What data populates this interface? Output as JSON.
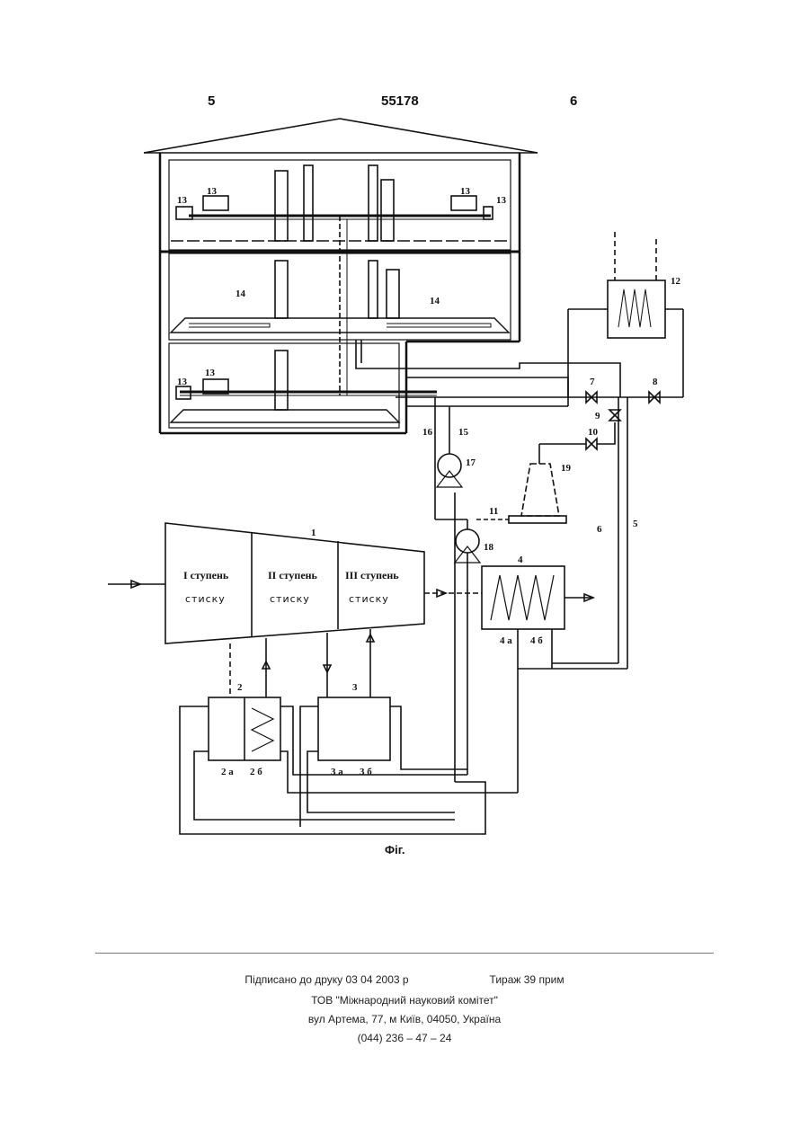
{
  "header": {
    "left_page": "5",
    "patent_number": "55178",
    "right_page": "6"
  },
  "figure": {
    "labels": {
      "n1": "1",
      "n2": "2",
      "n2a": "2 а",
      "n2b": "2 б",
      "n3": "3",
      "n3a": "3 а",
      "n3b": "3 б",
      "n4": "4",
      "n4a": "4 а",
      "n4b": "4 б",
      "n5": "5",
      "n6": "6",
      "n7": "7",
      "n8": "8",
      "n9": "9",
      "n10": "10",
      "n11": "11",
      "n12": "12",
      "n13": "13",
      "n14": "14",
      "n15": "15",
      "n16": "16",
      "n17": "17",
      "n18": "18",
      "n19": "19"
    },
    "stages": [
      {
        "title": "I ступень",
        "hand": "стиску"
      },
      {
        "title": "II ступень",
        "hand": "стиску"
      },
      {
        "title": "III ступень",
        "hand": "стиску"
      }
    ],
    "caption": "Фіг."
  },
  "imprint": {
    "signed": "Підписано до друку 03 04 2003 р",
    "circulation": "Тираж 39 прим",
    "publisher": "ТОВ \"Міжнародний науковий комітет\"",
    "address": "вул  Артема, 77, м  Київ, 04050, Україна",
    "phone": "(044) 236 – 47 – 24"
  }
}
